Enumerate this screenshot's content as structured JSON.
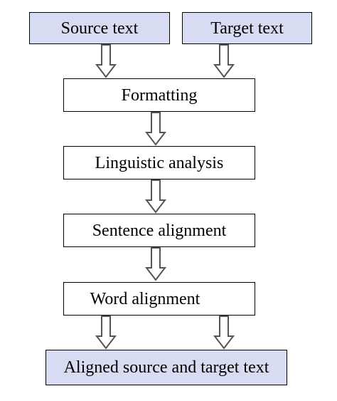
{
  "inputs": {
    "source": "Source text",
    "target": "Target text"
  },
  "steps": {
    "formatting": "Formatting",
    "linguistic_analysis": "Linguistic analysis",
    "sentence_alignment": "Sentence alignment",
    "word_alignment": "Word alignment"
  },
  "output": {
    "aligned": "Aligned source and target text"
  },
  "colors": {
    "input_fill": "#d8dcf3",
    "step_fill": "#ffffff",
    "border": "#000000",
    "arrow_fill": "#ffffff",
    "arrow_stroke": "#555555"
  }
}
